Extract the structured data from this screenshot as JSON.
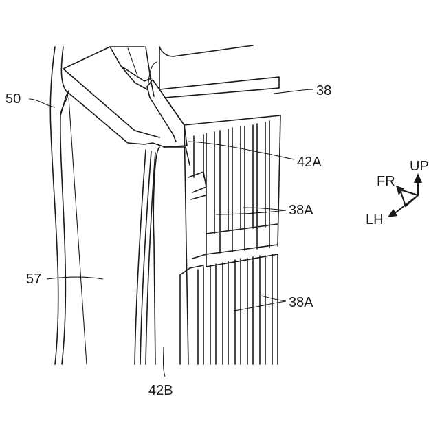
{
  "labels": {
    "ref_50": "50",
    "ref_38": "38",
    "ref_42A": "42A",
    "ref_38A_upper": "38A",
    "ref_57": "57",
    "ref_38A_lower": "38A",
    "ref_42B": "42B"
  },
  "direction_indicator": {
    "up": "UP",
    "fr": "FR",
    "lh": "LH"
  }
}
